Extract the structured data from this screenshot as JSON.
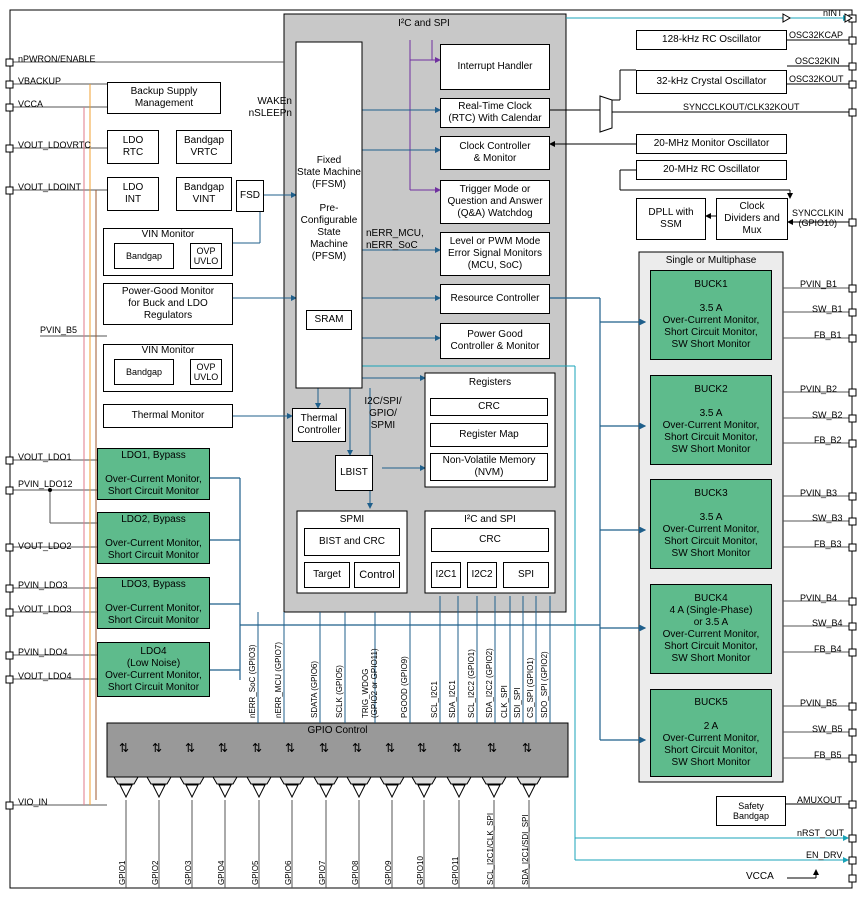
{
  "left_pins": {
    "npwron": "nPWRON/ENABLE",
    "vbackup": "VBACKUP",
    "vcca": "VCCA",
    "vout_ldovrtc": "VOUT_LDOVRTC",
    "vout_ldoint": "VOUT_LDOINT",
    "pvin_b5": "PVIN_B5",
    "vout_ldo1": "VOUT_LDO1",
    "pvin_ldo12": "PVIN_LDO12",
    "vout_ldo2": "VOUT_LDO2",
    "pvin_ldo3": "PVIN_LDO3",
    "vout_ldo3": "VOUT_LDO3",
    "pvin_ldo4": "PVIN_LDO4",
    "vout_ldo4": "VOUT_LDO4",
    "vio_in": "VIO_IN"
  },
  "right_pins": {
    "nint": "nINT",
    "osc32kcap": "OSC32KCAP",
    "osc32kin": "OSC32KIN",
    "osc32kout": "OSC32KOUT",
    "syncclkout": "SYNCCLKOUT/CLK32KOUT",
    "syncclkin": "SYNCCLKIN\n(GPIO10)",
    "pvin_b1": "PVIN_B1",
    "sw_b1": "SW_B1",
    "fb_b1": "FB_B1",
    "pvin_b2": "PVIN_B2",
    "sw_b2": "SW_B2",
    "fb_b2": "FB_B2",
    "pvin_b3": "PVIN_B3",
    "sw_b3": "SW_B3",
    "fb_b3": "FB_B3",
    "pvin_b4": "PVIN_B4",
    "sw_b4": "SW_B4",
    "fb_b4": "FB_B4",
    "pvin_b5": "PVIN_B5",
    "sw_b5": "SW_B5",
    "fb_b5": "FB_B5",
    "amuxout": "AMUXOUT",
    "nrst_out": "nRST_OUT",
    "en_drv": "EN_DRV",
    "vcca": "VCCA"
  },
  "blocks": {
    "backup_supply": "Backup Supply\nManagement",
    "ldo_rtc": "LDO\nRTC",
    "bandgap_vrtc": "Bandgap\nVRTC",
    "ldo_int": "LDO\nINT",
    "bandgap_vint": "Bandgap\nVINT",
    "fsd": "FSD",
    "vin_monitor_1": "VIN Monitor",
    "bandgap_1": "Bandgap",
    "ovp_uvlo_1": "OVP\nUVLO",
    "power_good_monitor": "Power-Good Monitor\nfor Buck and LDO\nRegulators",
    "vin_monitor_2": "VIN Monitor",
    "bandgap_2": "Bandgap",
    "ovp_uvlo_2": "OVP\nUVLO",
    "thermal_monitor": "Thermal Monitor",
    "thermal_controller": "Thermal\nController",
    "lbist": "LBIST",
    "fsm": "Fixed\nState Machine\n(FFSM)\n\nPre-\nConfigurable\nState\nMachine\n(PFSM)",
    "sram": "SRAM",
    "i2c_spi_top": "I²C and SPI",
    "wake_sleep": "WAKEn\nnSLEEPn",
    "nerr_label": "nERR_MCU,\nnERR_SoC",
    "i2c_spi_gpio_spmi": "I2C/SPI/\nGPIO/\nSPMI",
    "interrupt_handler": "Interrupt Handler",
    "rtc": "Real-Time Clock\n(RTC) With Calendar",
    "clock_controller": "Clock Controller\n& Monitor",
    "watchdog": "Trigger Mode or\nQuestion and Answer\n(Q&A) Watchdog",
    "esm": "Level or PWM Mode\nError Signal Monitors\n(MCU, SoC)",
    "resource_controller": "Resource Controller",
    "pgood_controller": "Power Good\nController & Monitor",
    "registers": "Registers",
    "crc_reg": "CRC",
    "register_map": "Register Map",
    "nvm": "Non-Volatile Memory\n(NVM)",
    "spmi": "SPMI",
    "bist_crc": "BIST and CRC",
    "target": "Target",
    "control": "Control",
    "i2c_spi_bottom": "I²C and SPI",
    "crc_i2c": "CRC",
    "i2c1": "I2C1",
    "i2c2": "I2C2",
    "spi": "SPI",
    "osc_128k": "128-kHz RC Oscillator",
    "osc_32k": "32-kHz Crystal Oscillator",
    "osc_20m_mon": "20-MHz Monitor Oscillator",
    "osc_20m_rc": "20-MHz RC Oscillator",
    "dpll": "DPLL with\nSSM",
    "clock_dividers": "Clock\nDividers and\nMux",
    "single_multiphase": "Single or Multiphase",
    "buck1": "BUCK1\n\n3.5 A\nOver-Current Monitor,\nShort Circuit Monitor,\nSW Short Monitor",
    "buck2": "BUCK2\n\n3.5 A\nOver-Current Monitor,\nShort Circuit Monitor,\nSW Short Monitor",
    "buck3": "BUCK3\n\n3.5 A\nOver-Current Monitor,\nShort Circuit Monitor,\nSW Short Monitor",
    "buck4": "BUCK4\n4 A (Single-Phase)\nor 3.5 A\nOver-Current Monitor,\nShort Circuit Monitor,\nSW Short Monitor",
    "buck5": "BUCK5\n\n2 A\nOver-Current Monitor,\nShort Circuit Monitor,\nSW Short Monitor",
    "ldo1": "LDO1, Bypass\n\nOver-Current Monitor,\nShort Circuit Monitor",
    "ldo2": "LDO2, Bypass\n\nOver-Current Monitor,\nShort Circuit Monitor",
    "ldo3": "LDO3, Bypass\n\nOver-Current Monitor,\nShort Circuit Monitor",
    "ldo4": "LDO4\n(Low Noise)\nOver-Current Monitor,\nShort Circuit Monitor",
    "safety_bandgap": "Safety\nBandgap",
    "gpio_control": "GPIO Control"
  },
  "signal_labels": [
    "nERR_SoC (GPIO3)",
    "nERR_MCU (GPIO7)",
    "SDATA (GPIO6)",
    "SCLK (GPIO5)",
    "TRIG_WDOG\n(GPIO2 or GPIO11)",
    "PGOOD (GPIO9)",
    "SCL_I2C1",
    "SDA_I2C1",
    "SCL_I2C2 (GPIO1)",
    "SDA_I2C2 (GPIO2)",
    "CLK_SPI",
    "SDI_SPI",
    "CS_SPI (GPIO1)",
    "SDO_SPI (GPIO2)"
  ],
  "gpio_pins": [
    "GPIO1",
    "GPIO2",
    "GPIO3",
    "GPIO4",
    "GPIO5",
    "GPIO6",
    "GPIO7",
    "GPIO8",
    "GPIO9",
    "GPIO10",
    "GPIO11",
    "SCL_I2C1/CLK_SPI",
    "SDA_I2C1/SDI_SPI"
  ],
  "colors": {
    "green_block": "#5ebb8c",
    "gray_panel": "#c8c8c8",
    "wire_blue": "#1f5f8b",
    "wire_purple": "#7030a0",
    "wire_teal": "#19a3b8",
    "wire_pink": "#e07a8a",
    "wire_brown": "#a05a2c",
    "wire_orange": "#f0a030"
  }
}
